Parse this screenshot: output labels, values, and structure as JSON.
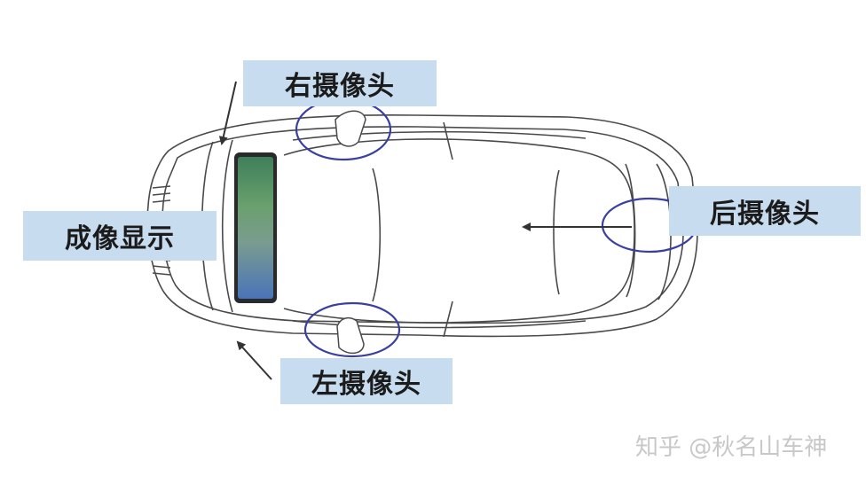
{
  "labels": {
    "right_camera": "右摄像头",
    "rear_camera": "后摄像头",
    "imaging_display": "成像显示",
    "left_camera": "左摄像头"
  },
  "watermark": "知乎 @秋名山车神",
  "colors": {
    "label_background": "#c7dcee",
    "ellipse_stroke": "#3a3fa0",
    "arrow": "#333333",
    "car_outline": "#4a4a4a"
  }
}
